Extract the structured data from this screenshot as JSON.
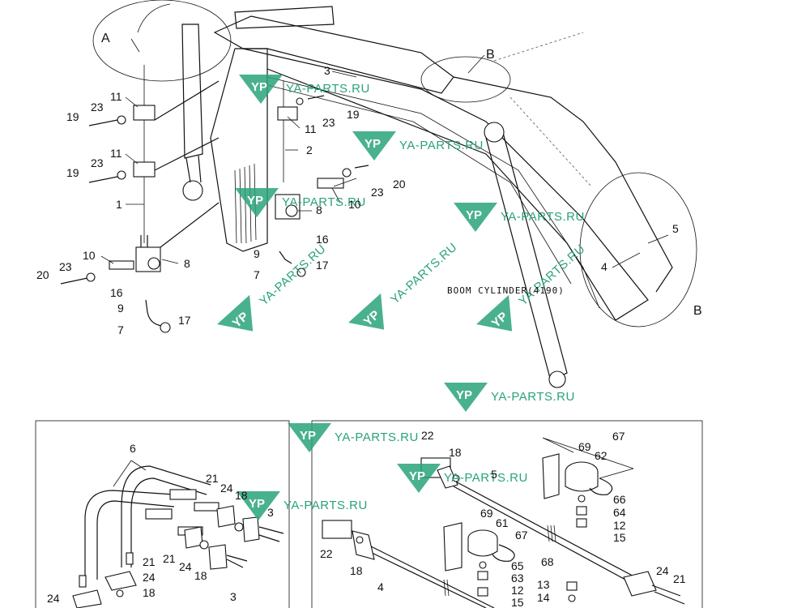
{
  "diagram": {
    "caption": "BOOM CYLINDER(4190)",
    "detail_letters": [
      "A",
      "B",
      "B"
    ],
    "callouts_main": [
      "1",
      "2",
      "3",
      "4",
      "5",
      "7",
      "7",
      "8",
      "8",
      "9",
      "9",
      "10",
      "10",
      "11",
      "11",
      "11",
      "16",
      "16",
      "17",
      "17",
      "19",
      "19",
      "19",
      "20",
      "20",
      "23",
      "23",
      "23",
      "23",
      "23"
    ],
    "callouts_inset_left": [
      "3",
      "3",
      "6",
      "18",
      "18",
      "18",
      "21",
      "21",
      "21",
      "24",
      "24",
      "24",
      "24"
    ],
    "callouts_inset_right": [
      "4",
      "5",
      "12",
      "12",
      "13",
      "14",
      "15",
      "15",
      "18",
      "18",
      "21",
      "22",
      "22",
      "24",
      "61",
      "62",
      "63",
      "64",
      "65",
      "66",
      "67",
      "67",
      "68",
      "69",
      "69"
    ]
  },
  "watermark": {
    "logo_letters": "YP",
    "text": "YA-PARTS.RU",
    "color": "#2aa37a"
  }
}
